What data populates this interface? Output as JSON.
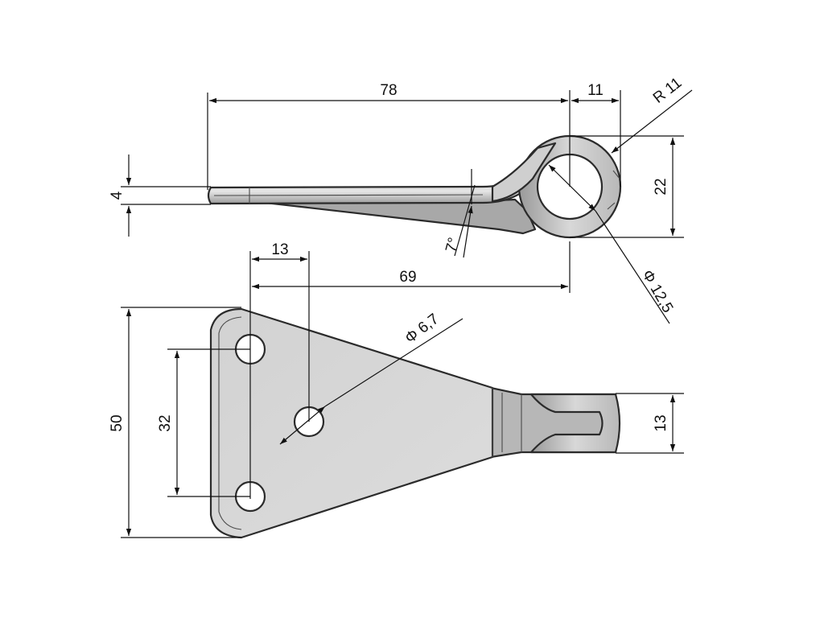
{
  "dimensions": {
    "overall_length": "78",
    "eye_width": "11",
    "eye_radius": "R 11",
    "eye_height": "22",
    "thickness": "4",
    "bend_angle": "7°",
    "bore_diameter": "Φ 12,5",
    "hole_offset": "13",
    "hole_distance": "69",
    "hole_diameter": "Φ 6,7",
    "plate_height": "50",
    "hole_spacing": "32",
    "eye_length": "13"
  },
  "colors": {
    "line": "#111111",
    "part_fill": "#d7d7d7",
    "part_shade": "#a9a9a9",
    "hole_fill": "#ffffff"
  }
}
